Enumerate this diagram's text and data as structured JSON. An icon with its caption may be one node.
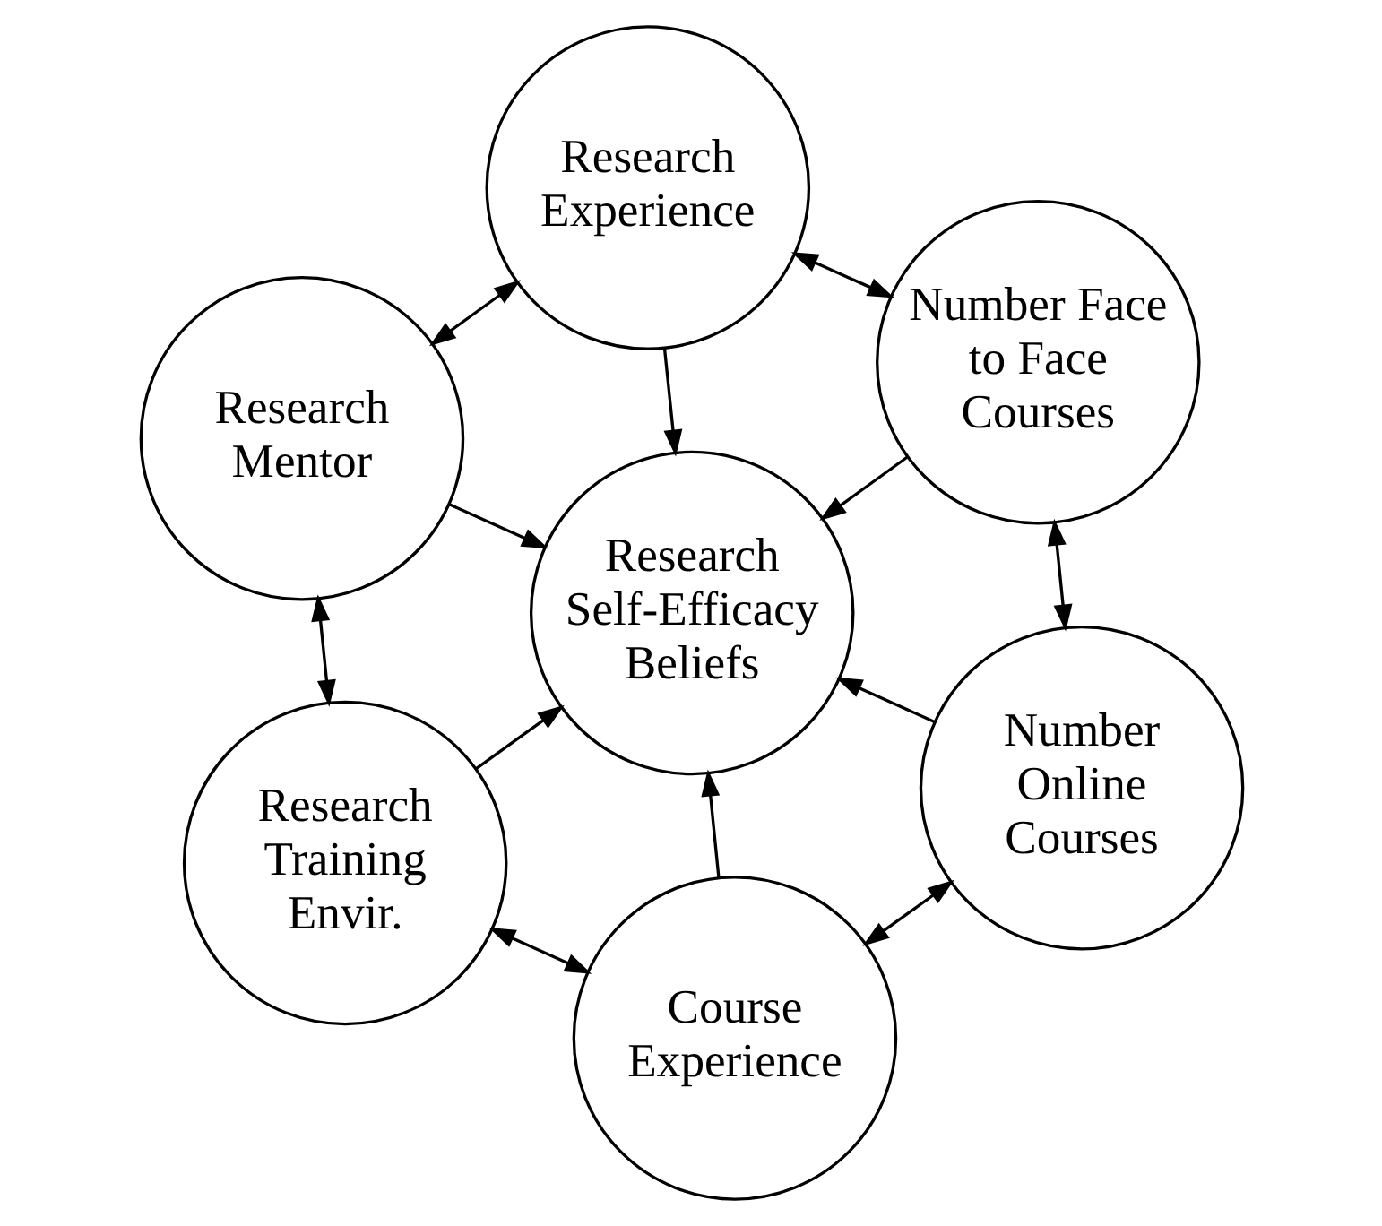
{
  "diagram": {
    "nodes": [
      {
        "text": [
          "Research Experience"
        ]
      },
      {
        "text": [
          "Number Face to Face Courses"
        ]
      },
      {
        "text": [
          "Research Mentor"
        ]
      },
      {
        "text": [
          "Research Self-Efficacy Beliefs"
        ]
      },
      {
        "text": [
          "Number Online Courses"
        ]
      },
      {
        "text": [
          "Research Training Envir."
        ]
      },
      {
        "text": [
          "Course Experience"
        ]
      }
    ],
    "edges": [
      {
        "from": 0,
        "to": 1,
        "arrow": "both"
      },
      {
        "from": 0,
        "to": 2,
        "arrow": "both"
      },
      {
        "from": 0,
        "to": 3,
        "arrow": "to"
      },
      {
        "from": 1,
        "to": 3,
        "arrow": "to"
      },
      {
        "from": 2,
        "to": 3,
        "arrow": "to"
      },
      {
        "from": 1,
        "to": 4,
        "arrow": "both"
      },
      {
        "from": 2,
        "to": 5,
        "arrow": "both"
      },
      {
        "from": 4,
        "to": 3,
        "arrow": "to"
      },
      {
        "from": 5,
        "to": 3,
        "arrow": "to"
      },
      {
        "from": 6,
        "to": 3,
        "arrow": "to"
      },
      {
        "from": 4,
        "to": 6,
        "arrow": "both"
      },
      {
        "from": 6,
        "to": 5,
        "arrow": "both"
      }
    ]
  }
}
